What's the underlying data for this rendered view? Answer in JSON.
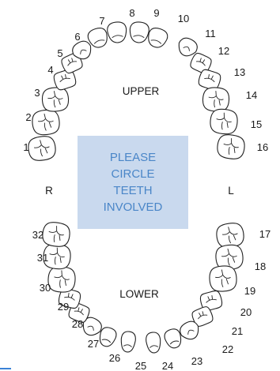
{
  "labels": {
    "upper": "UPPER",
    "lower": "LOWER",
    "right": "R",
    "left": "L"
  },
  "instruction_lines": [
    "PLEASE",
    "CIRCLE",
    "TEETH",
    "INVOLVED"
  ],
  "teeth": [
    {
      "number": "1",
      "type": "molar"
    },
    {
      "number": "2",
      "type": "molar"
    },
    {
      "number": "3",
      "type": "molar"
    },
    {
      "number": "4",
      "type": "premolar"
    },
    {
      "number": "5",
      "type": "premolar"
    },
    {
      "number": "6",
      "type": "canine"
    },
    {
      "number": "7",
      "type": "incisor"
    },
    {
      "number": "8",
      "type": "incisor"
    },
    {
      "number": "9",
      "type": "incisor"
    },
    {
      "number": "10",
      "type": "incisor"
    },
    {
      "number": "11",
      "type": "canine"
    },
    {
      "number": "12",
      "type": "premolar"
    },
    {
      "number": "13",
      "type": "premolar"
    },
    {
      "number": "14",
      "type": "molar"
    },
    {
      "number": "15",
      "type": "molar"
    },
    {
      "number": "16",
      "type": "molar"
    },
    {
      "number": "17",
      "type": "molar"
    },
    {
      "number": "18",
      "type": "molar"
    },
    {
      "number": "19",
      "type": "molar"
    },
    {
      "number": "20",
      "type": "premolar"
    },
    {
      "number": "21",
      "type": "premolar"
    },
    {
      "number": "22",
      "type": "canine"
    },
    {
      "number": "23",
      "type": "incisor"
    },
    {
      "number": "24",
      "type": "incisor"
    },
    {
      "number": "25",
      "type": "incisor"
    },
    {
      "number": "26",
      "type": "incisor"
    },
    {
      "number": "27",
      "type": "canine"
    },
    {
      "number": "28",
      "type": "premolar"
    },
    {
      "number": "29",
      "type": "premolar"
    },
    {
      "number": "30",
      "type": "molar"
    },
    {
      "number": "31",
      "type": "molar"
    },
    {
      "number": "32",
      "type": "molar"
    }
  ],
  "colors": {
    "instruction_box": "#c9d9ee",
    "instruction_text": "#4a86c8",
    "outline": "#222222",
    "edge_mark": "#3b82d6"
  }
}
